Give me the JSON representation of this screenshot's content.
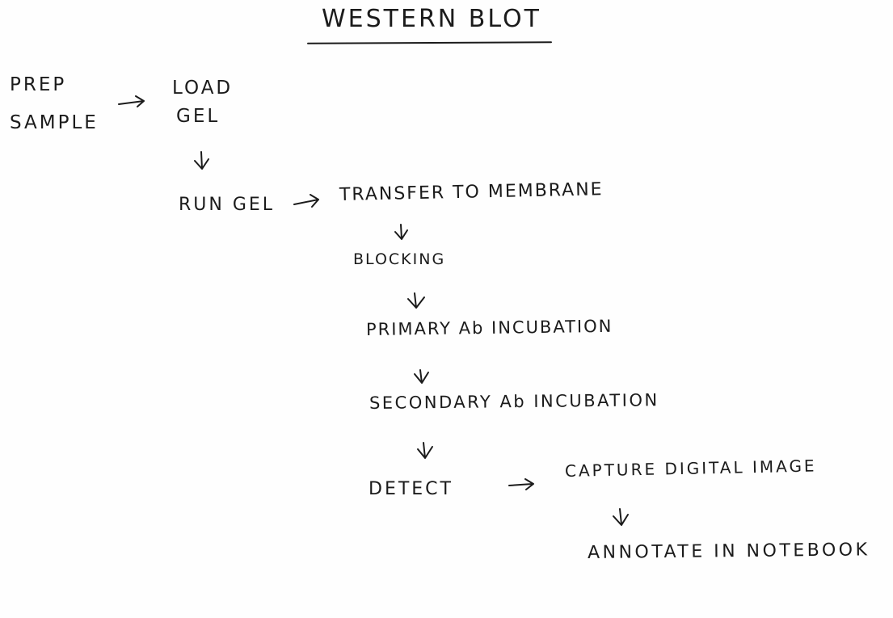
{
  "title": "WESTERN BLOT",
  "steps": {
    "prep_sample": [
      "PREP",
      "SAMPLE"
    ],
    "load_gel": [
      "LOAD",
      "GEL"
    ],
    "run_gel": "RUN GEL",
    "transfer": "TRANSFER TO MEMBRANE",
    "blocking": "BLOCKING",
    "primary": "PRIMARY Ab INCUBATION",
    "secondary": "SECONDARY Ab INCUBATION",
    "detect": "DETECT",
    "capture": "CAPTURE DIGITAL IMAGE",
    "annotate": "ANNOTATE IN NOTEBOOK"
  },
  "ink_color": "#1b1b1b"
}
